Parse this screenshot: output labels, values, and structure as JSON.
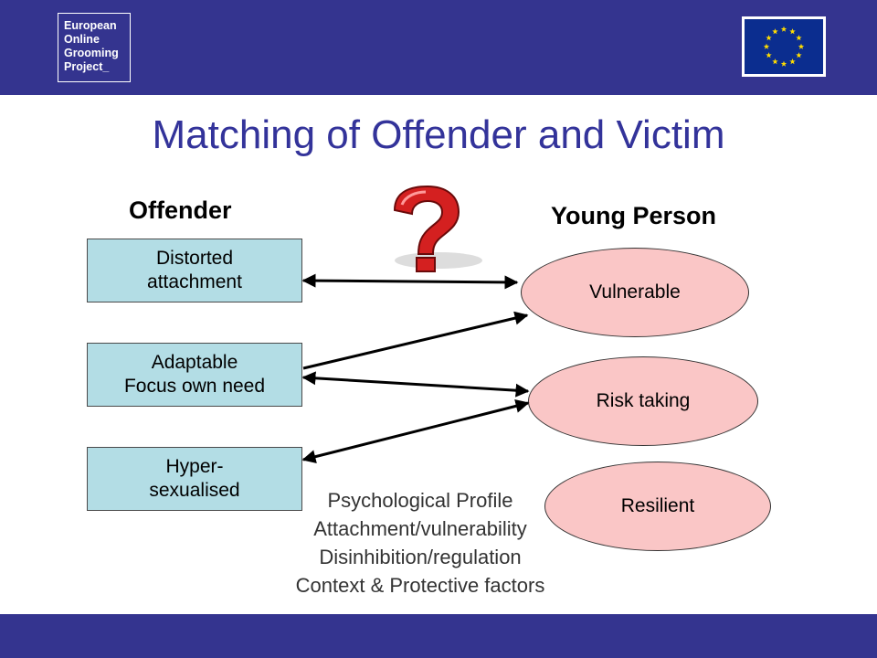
{
  "header": {
    "logo_lines": [
      "European",
      "Online",
      "Grooming",
      "Project_"
    ],
    "flag_icon": "eu-flag-icon"
  },
  "title": "Matching of Offender and Victim",
  "columns": {
    "offender": "Offender",
    "young_person": "Young Person"
  },
  "offender_traits": [
    {
      "line1": "Distorted",
      "line2": "attachment"
    },
    {
      "line1": "Adaptable",
      "line2": "Focus own need"
    },
    {
      "line1": "Hyper-",
      "line2": "sexualised"
    }
  ],
  "victim_types": [
    "Vulnerable",
    "Risk taking",
    "Resilient"
  ],
  "profile_lines": [
    "Psychological Profile",
    "Attachment/vulnerability",
    "Disinhibition/regulation",
    "Context & Protective factors"
  ],
  "question_icon": "question-mark-icon",
  "colors": {
    "bar": "#34348f",
    "title": "#33339a",
    "box_fill": "#b3dde5",
    "oval_fill": "#fac6c6",
    "question_red": "#d42020"
  }
}
